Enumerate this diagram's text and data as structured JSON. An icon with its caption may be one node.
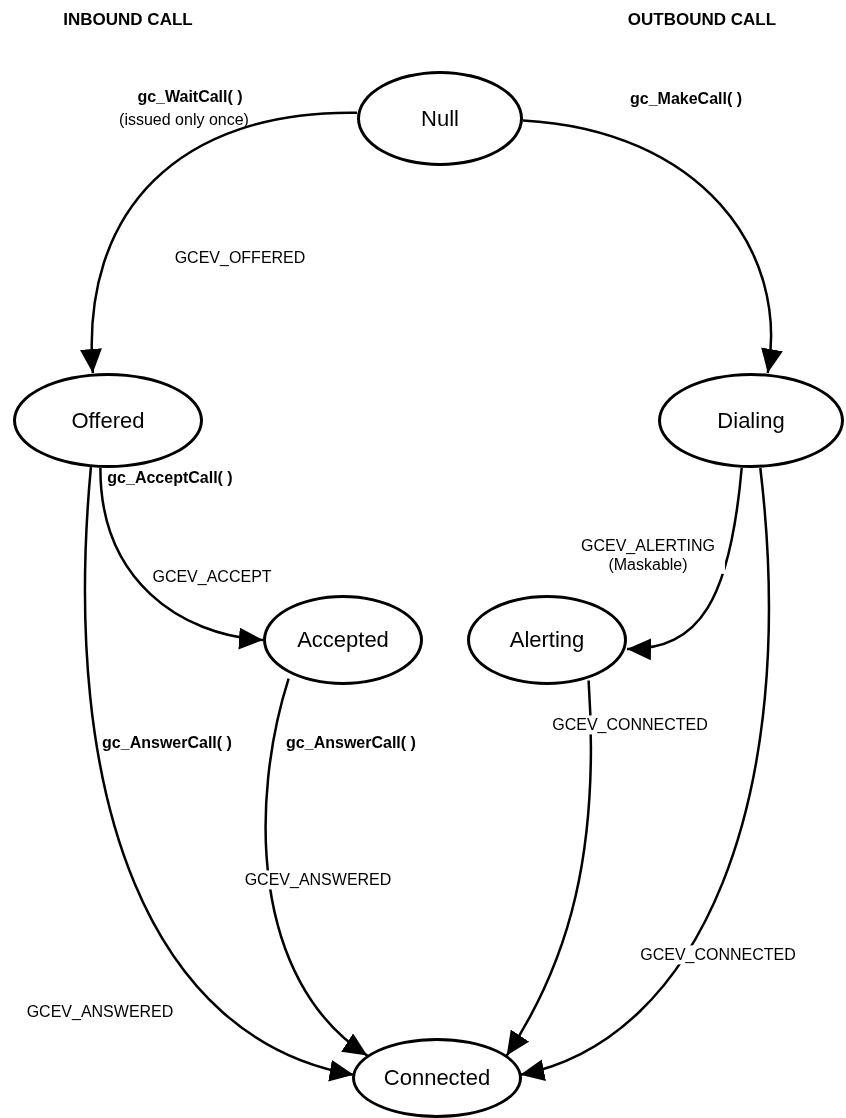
{
  "diagram": {
    "nodes": [
      {
        "text": [
          "Null"
        ]
      },
      {
        "text": [
          "Offered"
        ]
      },
      {
        "text": [
          "Dialing"
        ]
      },
      {
        "text": [
          "Accepted"
        ]
      },
      {
        "text": [
          "Alerting"
        ]
      },
      {
        "text": [
          "Connected"
        ]
      }
    ],
    "edges": [
      {
        "from": 0,
        "to": 1,
        "arrow": "to",
        "label": "GCEV_OFFERED"
      },
      {
        "from": 0,
        "to": 2,
        "arrow": "to"
      },
      {
        "from": 1,
        "to": 3,
        "arrow": "to",
        "label": "GCEV_ACCEPT"
      },
      {
        "from": 2,
        "to": 4,
        "arrow": "to",
        "label": "GCEV_ALERTING (Maskable)"
      },
      {
        "from": 1,
        "to": 5,
        "arrow": "to",
        "label": "GCEV_ANSWERED"
      },
      {
        "from": 3,
        "to": 5,
        "arrow": "to",
        "label": "GCEV_ANSWERED"
      },
      {
        "from": 4,
        "to": 5,
        "arrow": "to",
        "label": "GCEV_CONNECTED"
      },
      {
        "from": 2,
        "to": 5,
        "arrow": "to",
        "label": "GCEV_CONNECTED"
      }
    ],
    "labels": [
      "INBOUND CALL",
      "OUTBOUND CALL",
      "gc_WaitCall( )",
      "(issued only once)",
      "gc_MakeCall( )",
      "gc_AcceptCall( )",
      "gc_AnswerCall( )",
      "gc_AnswerCall( )"
    ]
  }
}
